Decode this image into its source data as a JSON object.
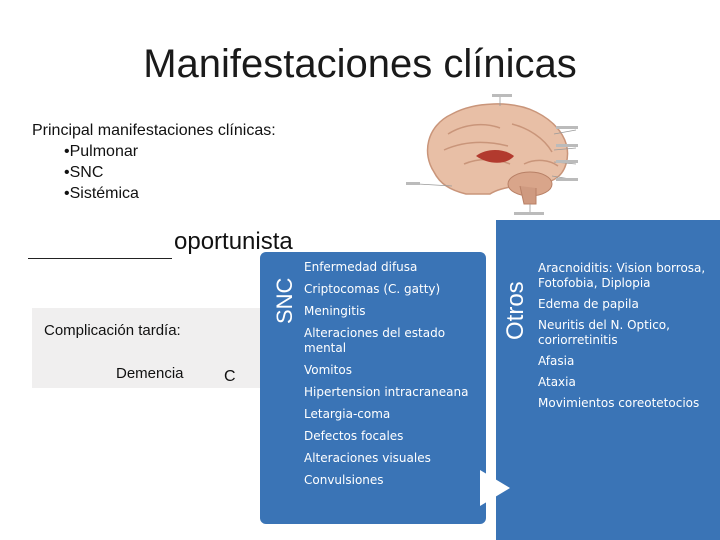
{
  "slide": {
    "title": "Manifestaciones clínicas"
  },
  "intro": {
    "heading": "Principal manifestaciones clínicas:",
    "bullets": [
      "•Pulmonar",
      "•SNC",
      "•Sistémica"
    ]
  },
  "opportunist": {
    "text": "oportunista"
  },
  "late_complication": {
    "label": "Complicación tardía:",
    "value": "Demencia",
    "stray": "C"
  },
  "snc_panel": {
    "label": "SNC",
    "items": [
      "Enfermedad difusa",
      "Criptocomas (C. gatty)",
      "Meningitis",
      "Alteraciones del estado mental",
      "Vomitos",
      "Hipertension intracraneana",
      "Letargia-coma",
      "Defectos focales",
      "Alteraciones visuales",
      "Convulsiones"
    ]
  },
  "otros_panel": {
    "label": "Otros",
    "items": [
      "Aracnoiditis: Vision borrosa, Fotofobia, Diplopia",
      "Edema de papila",
      "Neuritis del N. Optico, coriorretinitis",
      "Afasia",
      "Ataxia",
      "Movimientos coreotetocios"
    ]
  },
  "colors": {
    "panel": "#3a74b6",
    "box": "#f0efef"
  },
  "icons": {
    "brain_image": "brain-diagram-icon",
    "panel_arrow": "triangle-right-icon"
  }
}
